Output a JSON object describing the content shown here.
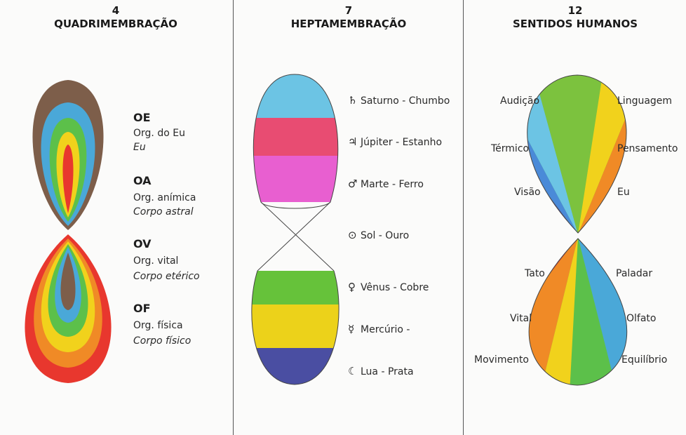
{
  "panels": [
    {
      "number": "4",
      "title": "QUADRIMEMBRAÇÃO"
    },
    {
      "number": "7",
      "title": "HEPTAMEMBRAÇÃO"
    },
    {
      "number": "12",
      "title": "SENTIDOS HUMANOS"
    }
  ],
  "quadri": {
    "items": [
      {
        "code": "OE",
        "org": "Org. do Eu",
        "body": "Eu"
      },
      {
        "code": "OA",
        "org": "Org. anímica",
        "body": "Corpo astral"
      },
      {
        "code": "OV",
        "org": "Org. vital",
        "body": "Corpo etérico"
      },
      {
        "code": "OF",
        "org": "Org. física",
        "body": "Corpo físico"
      }
    ]
  },
  "hepta": {
    "items": [
      {
        "symbol": "♄",
        "label": "Saturno - Chumbo",
        "color": "#6cc4e4"
      },
      {
        "symbol": "♃",
        "label": "Júpiter - Estanho",
        "color": "#e84c72"
      },
      {
        "symbol": "♂",
        "label": "Marte - Ferro",
        "color": "#e85fd0"
      },
      {
        "symbol": "⊙",
        "label": "Sol - Ouro",
        "color": "#ffffff"
      },
      {
        "symbol": "♀",
        "label": "Vênus - Cobre",
        "color": "#66c23a"
      },
      {
        "symbol": "☿",
        "label": "Mercúrio -",
        "color": "#ecd21a"
      },
      {
        "symbol": "☾",
        "label": "Lua - Prata",
        "color": "#4a4ea2"
      }
    ]
  },
  "senses": {
    "upper_left": [
      "Audição",
      "Térmico",
      "Visão"
    ],
    "upper_right": [
      "Linguagem",
      "Pensamento",
      "Eu"
    ],
    "lower_left": [
      "Tato",
      "Vital",
      "Movimento"
    ],
    "lower_right": [
      "Paladar",
      "Olfato",
      "Equilíbrio"
    ]
  },
  "colors": {
    "brown": "#7d5e4a",
    "blue": "#4aa8d8",
    "green": "#5cc04a",
    "yellow": "#f1d21c",
    "orange": "#f08a26",
    "red": "#e8372e",
    "indigo": "#4d4ca8",
    "violet": "#7a4fb0",
    "pink": "#e2507a"
  }
}
